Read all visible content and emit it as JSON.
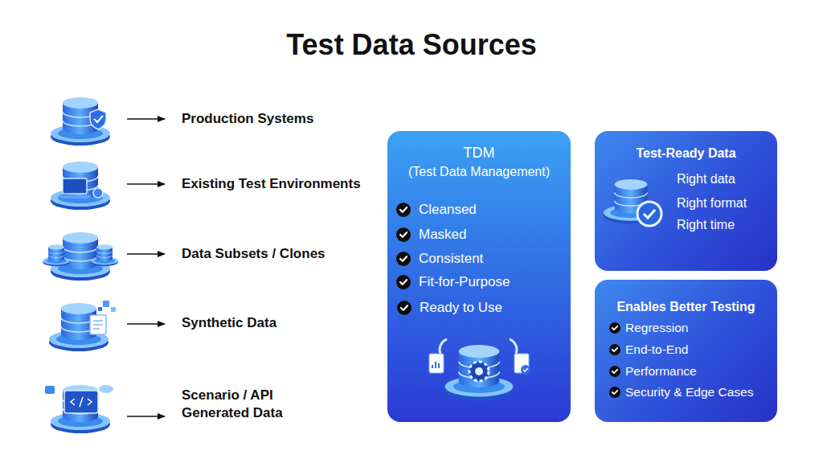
{
  "diagram": {
    "title": "Test Data Sources",
    "nodes": [
      {
        "text": [
          "TDM",
          "(Test Data Management)",
          "Cleansed",
          "Masked",
          "Consistent",
          "Fit-for-Purpose",
          "Ready to Use"
        ]
      },
      {
        "text": [
          "Test-Ready Data",
          "Right data",
          "Right format",
          "Right time"
        ]
      },
      {
        "text": [
          "Enables Better Testing",
          "Regression",
          "End-to-End",
          "Performance",
          "Security & Edge Cases"
        ]
      }
    ],
    "labels": [
      "Production Systems",
      "Existing Test Environments",
      "Data Subsets / Clones",
      "Synthetic Data",
      "Scenario / API Generated Data"
    ]
  }
}
